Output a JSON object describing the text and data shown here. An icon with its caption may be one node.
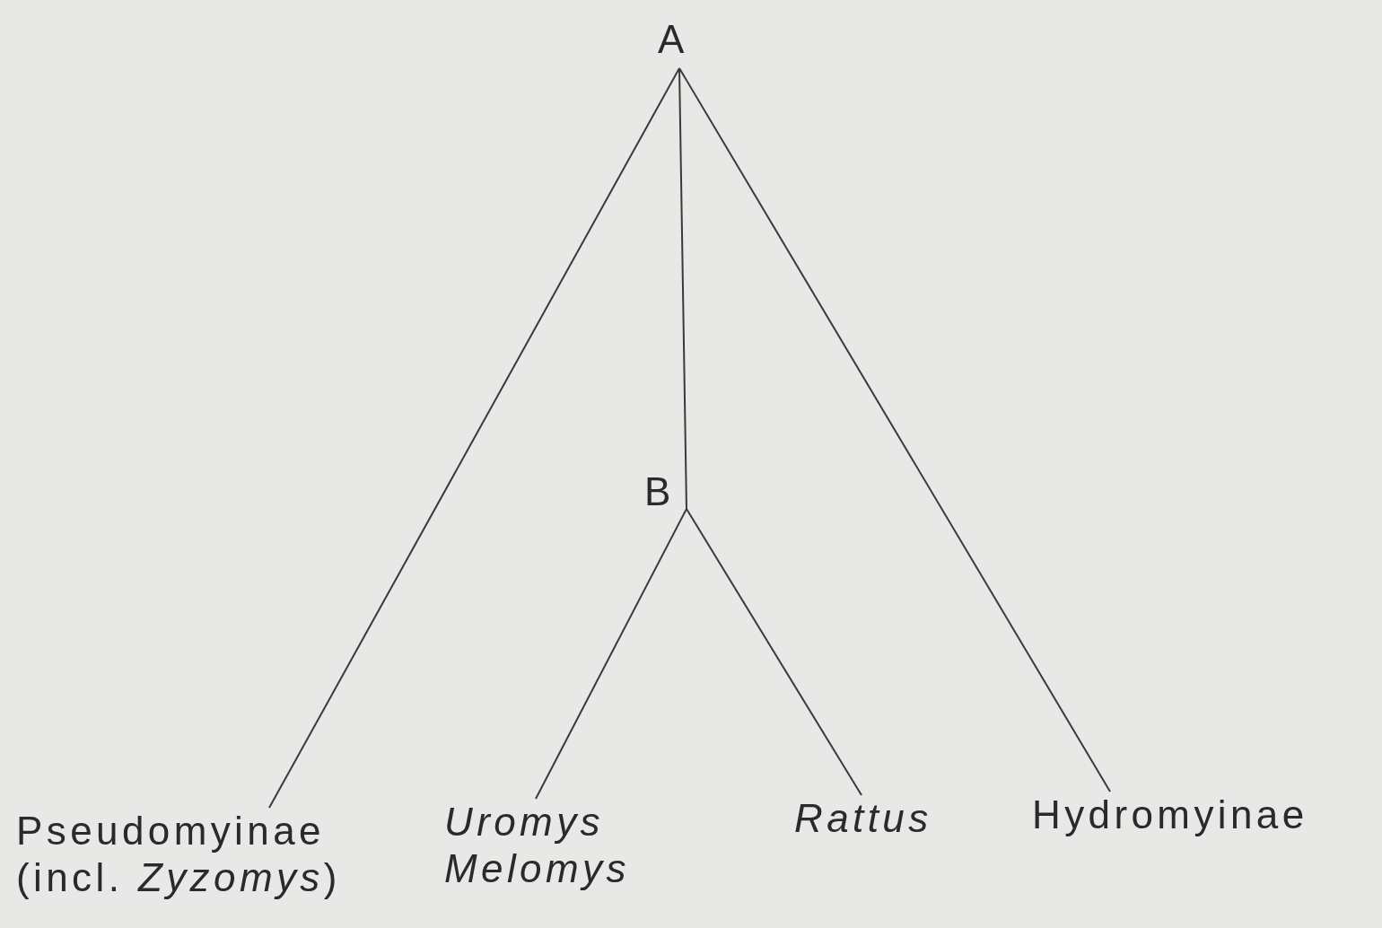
{
  "diagram": {
    "nodes": [
      {
        "text": [
          "A"
        ]
      },
      {
        "text": [
          "B"
        ]
      },
      {
        "text": [
          "Pseudomyinae (incl. *Zyzomys*)"
        ]
      },
      {
        "text": [
          "Uromys Melomys"
        ]
      },
      {
        "text": [
          "Rattus"
        ]
      },
      {
        "text": [
          "Hydromyinae"
        ]
      }
    ],
    "edges": [
      {
        "from": 0,
        "to": 1,
        "arrow": "none"
      },
      {
        "from": 0,
        "to": 2,
        "arrow": "none"
      },
      {
        "from": 1,
        "to": 3,
        "arrow": "none"
      },
      {
        "from": 1,
        "to": 4,
        "arrow": "none"
      },
      {
        "from": 0,
        "to": 5,
        "arrow": "none"
      }
    ]
  }
}
